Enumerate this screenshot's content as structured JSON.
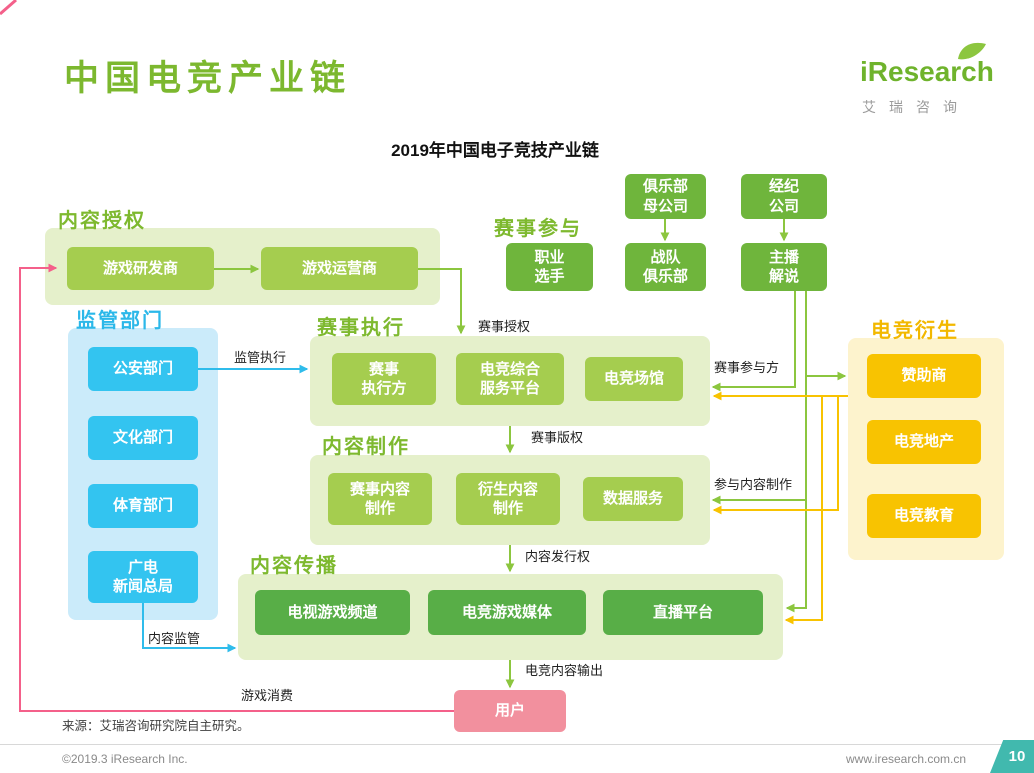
{
  "page": {
    "title": "中国电竞产业链",
    "subtitle": "2019年中国电子竞技产业链",
    "source": "来源：艾瑞咨询研究院自主研究。",
    "copyright": "©2019.3 iResearch Inc.",
    "website": "www.iresearch.com.cn",
    "page_number": "10"
  },
  "logo": {
    "brand": "iResearch",
    "brand_cn": "艾瑞咨询"
  },
  "groups": {
    "content_licensing": {
      "label": "内容授权",
      "developer": "游戏研发商",
      "operator": "游戏运营商"
    },
    "event_participation": {
      "label": "赛事参与",
      "club_parent": "俱乐部\n母公司",
      "agency": "经纪\n公司",
      "players": "职业\n选手",
      "team_club": "战队\n俱乐部",
      "anchor": "主播\n解说"
    },
    "regulators": {
      "label": "监管部门",
      "police": "公安部门",
      "culture": "文化部门",
      "sports": "体育部门",
      "radio_tv": "广电\n新闻总局"
    },
    "event_execution": {
      "label": "赛事执行",
      "executor": "赛事\n执行方",
      "platform": "电竞综合\n服务平台",
      "venue": "电竞场馆"
    },
    "content_production": {
      "label": "内容制作",
      "event_content": "赛事内容\n制作",
      "derivative_content": "衍生内容\n制作",
      "data_service": "数据服务"
    },
    "content_distribution": {
      "label": "内容传播",
      "tv_channel": "电视游戏频道",
      "game_media": "电竞游戏媒体",
      "live_platform": "直播平台"
    },
    "esports_derivatives": {
      "label": "电竞衍生",
      "sponsor": "赞助商",
      "real_estate": "电竞地产",
      "education": "电竞教育"
    },
    "user": {
      "label": "用户"
    }
  },
  "edge_labels": {
    "regulation_execution": "监管执行",
    "event_licensing": "赛事授权",
    "event_participants": "赛事参与方",
    "event_copyright": "赛事版权",
    "join_content_production": "参与内容制作",
    "content_distribution_rights": "内容发行权",
    "content_regulation": "内容监管",
    "esports_content_output": "电竞内容输出",
    "game_consumption": "游戏消费"
  },
  "colors": {
    "green_accent": "#8CC63F",
    "lime_box": "#A5CD4F",
    "green_mid_box": "#6FB53C",
    "green_deep_box": "#58AE47",
    "panel_green": "#E5F0CB",
    "cyan_box": "#33C4F0",
    "panel_blue": "#CBEBFA",
    "cyan_accent": "#2FBCEB",
    "yellow_box": "#F8C301",
    "panel_yellow": "#FDF3CD",
    "yellow_accent": "#F2B800",
    "pink_box": "#F2909E",
    "pink_accent": "#F4608A",
    "teal_tab": "#41B9AE"
  }
}
